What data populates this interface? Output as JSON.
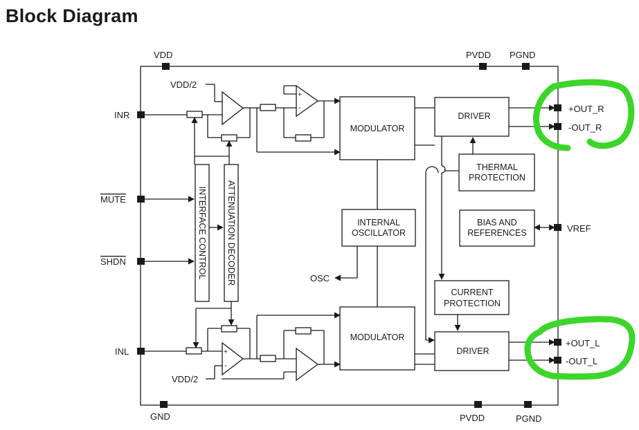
{
  "title": "Block Diagram",
  "pins": {
    "vdd_top": "VDD",
    "pvdd_top": "PVDD",
    "pgnd_top": "PGND",
    "gnd_bottom": "GND",
    "pvdd_bottom": "PVDD",
    "pgnd_bottom": "PGND",
    "inr": "INR",
    "mute": "MUTE",
    "shdn": "SHDN",
    "inl": "INL",
    "osc": "OSC",
    "out_r_plus": "+OUT_R",
    "out_r_minus": "-OUT_R",
    "vref": "VREF",
    "out_l_plus": "+OUT_L",
    "out_l_minus": "-OUT_L",
    "vdd_half_top": "VDD/2",
    "vdd_half_bottom": "VDD/2"
  },
  "blocks": {
    "modulator_top": "MODULATOR",
    "modulator_bottom": "MODULATOR",
    "driver_top": "DRIVER",
    "driver_bottom": "DRIVER",
    "thermal_protection": [
      "THERMAL",
      "PROTECTION"
    ],
    "internal_oscillator": [
      "INTERNAL",
      "OSCILLATOR"
    ],
    "bias_and_references": [
      "BIAS AND",
      "REFERENCES"
    ],
    "current_protection": [
      "CURRENT",
      "PROTECTION"
    ],
    "interface_control": "INTERFACE CONTROL",
    "attenuation_decoder": "ATTENUATION DECODER"
  },
  "amp_signs": {
    "plus": "+",
    "minus": "-"
  },
  "colors": {
    "highlight": "#3cd62a",
    "line": "#1a1a1a"
  }
}
